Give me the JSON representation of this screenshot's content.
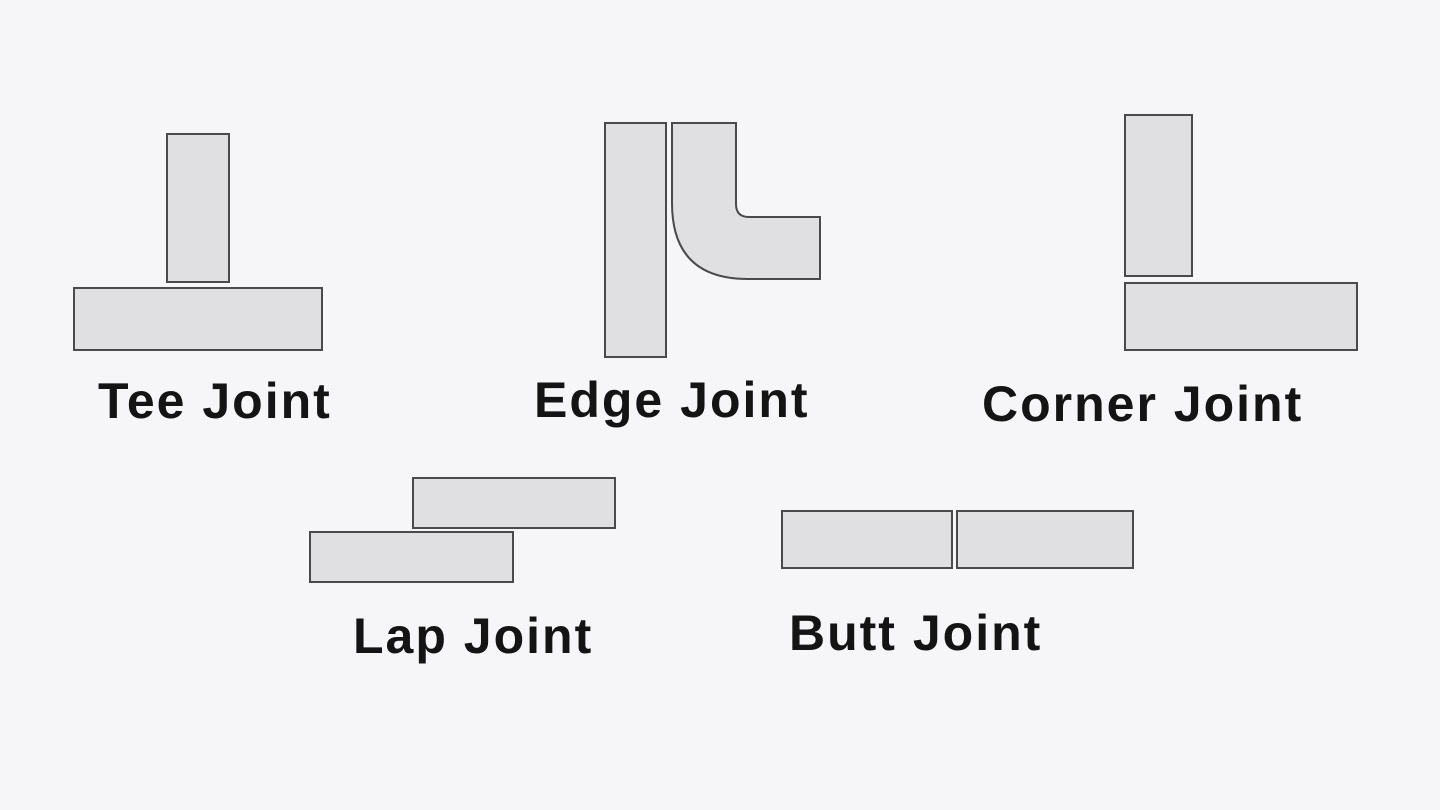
{
  "joints": {
    "tee": {
      "label": "Tee Joint"
    },
    "edge": {
      "label": "Edge Joint"
    },
    "corner": {
      "label": "Corner Joint"
    },
    "lap": {
      "label": "Lap Joint"
    },
    "butt": {
      "label": "Butt Joint"
    }
  },
  "colors": {
    "background": "#f6f6f8",
    "plate_fill": "#e0e0e2",
    "plate_stroke": "#4a4a4a",
    "label_text": "#141414"
  }
}
